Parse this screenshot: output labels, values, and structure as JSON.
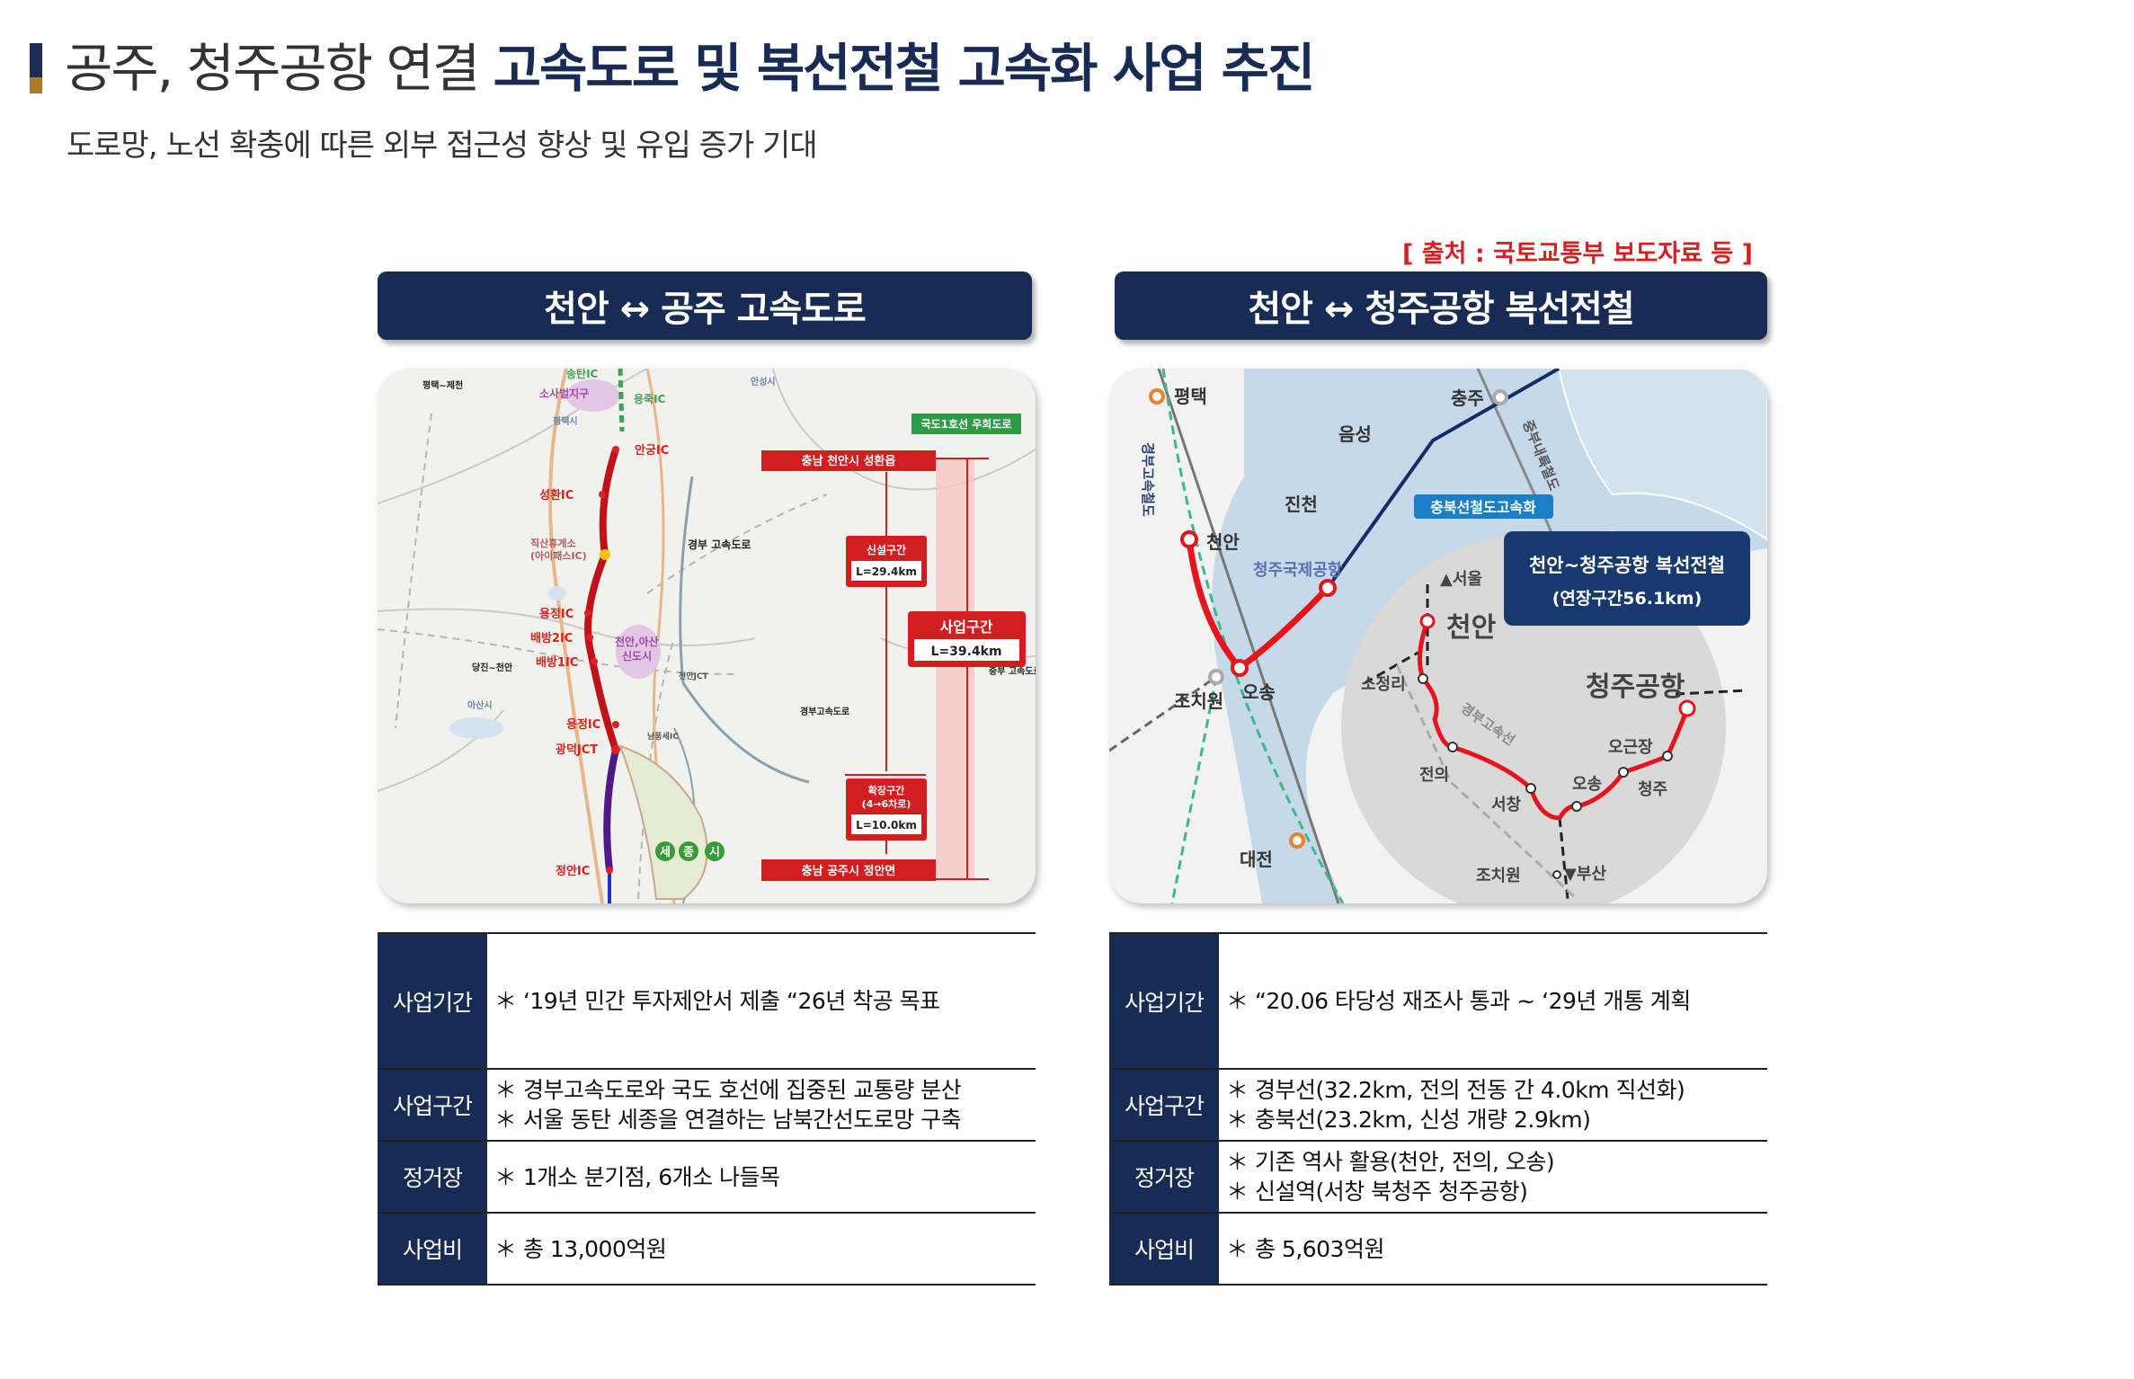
{
  "title": {
    "prefix": "공주, 청주공항 연결",
    "emphasis": "고속도로 및 복선전철 고속화 사업 추진"
  },
  "subtitle": "도로망, 노선 확충에 따른 외부 접근성 향상 및 유입 증가 기대",
  "source": "[ 출처 : 국토교통부 보도자료 등 ]",
  "colors": {
    "navy": "#172b55",
    "accent_red": "#e41e1e",
    "source_red": "#d61f1f",
    "gold": "#b07a2d"
  },
  "left": {
    "header": "천안 ↔ 공주 고속도로",
    "map": {
      "labels": [
        "송탄IC",
        "소사벌지구",
        "용죽IC",
        "평택시",
        "안성시",
        "안궁IC",
        "성환IC",
        "직산휴게소",
        "(아이패스IC)",
        "용정IC",
        "배방2IC",
        "배방1IC",
        "천안,아산",
        "신도시",
        "용정IC",
        "광덕JCT",
        "정안IC",
        "남풍세IC",
        "천안JCT",
        "경부 고속도로",
        "경부고속도로",
        "아산시",
        "당진~천안",
        "평택~제천",
        "중부 고속도로",
        "세",
        "종",
        "시"
      ],
      "boxes": {
        "start": "충남 천안시 성환읍",
        "end": "충남 공주시 정안면",
        "bypass": "국도1호선 우회도로",
        "new_title": "신설구간",
        "new_len": "L=29.4km",
        "project_title": "사업구간",
        "project_len": "L=39.4km",
        "widen_title": "확장구간",
        "widen_sub": "(4→6차로)",
        "widen_len": "L=10.0km"
      }
    },
    "rows": [
      {
        "label": "사업기간",
        "items": [
          "＊ ‘19년 민간 투자제안서 제출  “26년 착공 목표"
        ]
      },
      {
        "label": "사업구간",
        "items": [
          "＊ 경부고속도로와 국도 호선에 집중된 교통량 분산",
          "＊ 서울 동탄 세종을 연결하는 남북간선도로망 구축"
        ]
      },
      {
        "label": "정거장",
        "items": [
          "＊ 1개소 분기점, 6개소 나들목"
        ]
      },
      {
        "label": "사업비",
        "items": [
          "＊ 총 13,000억원"
        ]
      }
    ]
  },
  "right": {
    "header": "천안 ↔ 청주공항 복선전철",
    "map": {
      "cities": {
        "pyeongtaek": "평택",
        "eumseong": "음성",
        "chungju": "충주",
        "jincheon": "진천",
        "cheonan": "천안",
        "airport": "청주국제공항",
        "osong": "오송",
        "jochiwon": "조치원",
        "daejeon": "대전"
      },
      "lines": {
        "gyeongbu_hsr": "경부고속철도",
        "jungbu_inland": "중부내륙철도",
        "chungbuk": "충북선철도고속화"
      },
      "info_box": {
        "line1": "천안~청주공항 복선전철",
        "line2": "(연장구간56.1km)"
      },
      "inset": {
        "seoul": "▲서울",
        "cheonan": "천안",
        "sojeongri": "소정리",
        "gyeongbu": "경부고속선",
        "jeonui": "전의",
        "seochang": "서창",
        "osong": "오송",
        "cheongju": "청주",
        "ogeunjang": "오근장",
        "airport": "청주공항",
        "jochiwon": "조치원",
        "busan": "▼부산"
      }
    },
    "rows": [
      {
        "label": "사업기간",
        "items": [
          "＊ “20.06 타당성 재조사 통과 ~ ‘29년 개통 계획"
        ]
      },
      {
        "label": "사업구간",
        "items": [
          "＊ 경부선(32.2km, 전의 전동 간 4.0km 직선화)",
          "＊ 충북선(23.2km, 신성 개량 2.9km)"
        ]
      },
      {
        "label": "정거장",
        "items": [
          "＊ 기존 역사 활용(천안, 전의, 오송)",
          "＊ 신설역(서창 북청주 청주공항)"
        ]
      },
      {
        "label": "사업비",
        "items": [
          "＊ 총 5,603억원"
        ]
      }
    ]
  }
}
